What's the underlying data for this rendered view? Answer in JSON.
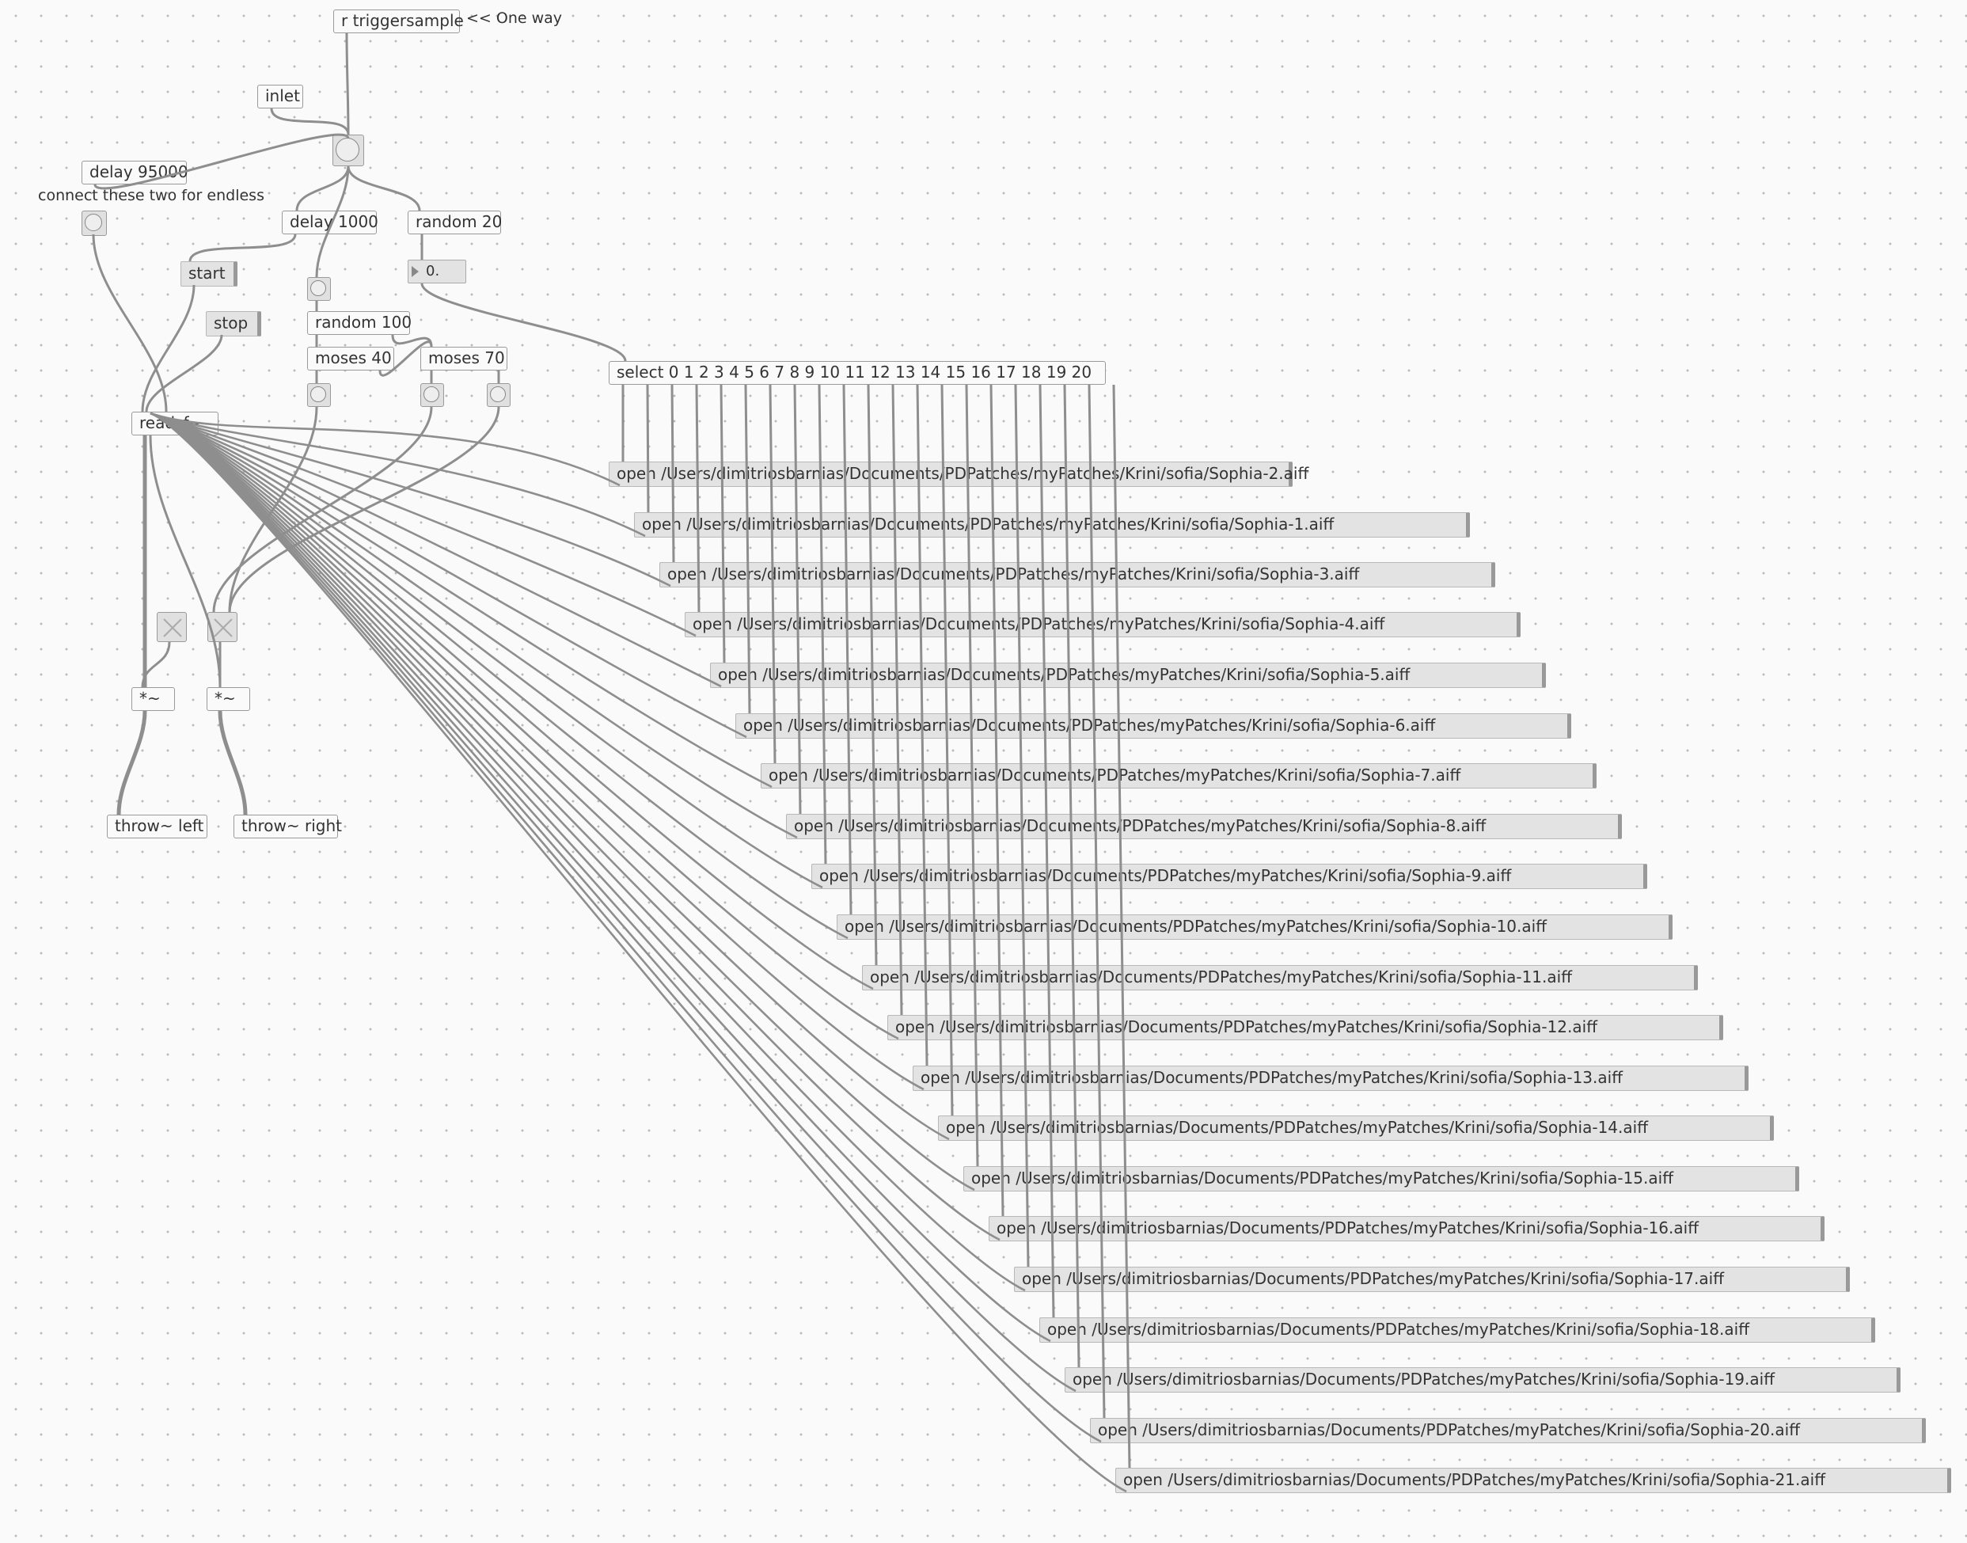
{
  "objects": {
    "r_trigger": "r triggersample",
    "inlet": "inlet",
    "delay_long": "delay 95000",
    "delay_short": "delay 1000",
    "random20": "random 20",
    "random100": "random 100",
    "moses40": "moses 40",
    "moses70": "moses 70",
    "select": "select 0 1 2 3 4 5 6 7 8 9 10 11 12 13 14 15 16 17 18 19 20",
    "readsf": "readsf~",
    "mult_left": "*~",
    "mult_right": "*~",
    "throw_left": "throw~ left",
    "throw_right": "throw~ right"
  },
  "comments": {
    "one_way": "<< One way",
    "endless": "connect these two for endless"
  },
  "messages": {
    "start": "start",
    "stop": "stop"
  },
  "numbox": {
    "value": "0."
  },
  "open_messages": [
    "open /Users/dimitriosbarnias/Documents/PDPatches/myPatches/Krini/sofia/Sophia-2.aiff",
    "open /Users/dimitriosbarnias/Documents/PDPatches/myPatches/Krini/sofia/Sophia-1.aiff",
    "open /Users/dimitriosbarnias/Documents/PDPatches/myPatches/Krini/sofia/Sophia-3.aiff",
    "open /Users/dimitriosbarnias/Documents/PDPatches/myPatches/Krini/sofia/Sophia-4.aiff",
    "open /Users/dimitriosbarnias/Documents/PDPatches/myPatches/Krini/sofia/Sophia-5.aiff",
    "open /Users/dimitriosbarnias/Documents/PDPatches/myPatches/Krini/sofia/Sophia-6.aiff",
    "open /Users/dimitriosbarnias/Documents/PDPatches/myPatches/Krini/sofia/Sophia-7.aiff",
    "open /Users/dimitriosbarnias/Documents/PDPatches/myPatches/Krini/sofia/Sophia-8.aiff",
    "open /Users/dimitriosbarnias/Documents/PDPatches/myPatches/Krini/sofia/Sophia-9.aiff",
    "open /Users/dimitriosbarnias/Documents/PDPatches/myPatches/Krini/sofia/Sophia-10.aiff",
    "open /Users/dimitriosbarnias/Documents/PDPatches/myPatches/Krini/sofia/Sophia-11.aiff",
    "open /Users/dimitriosbarnias/Documents/PDPatches/myPatches/Krini/sofia/Sophia-12.aiff",
    "open /Users/dimitriosbarnias/Documents/PDPatches/myPatches/Krini/sofia/Sophia-13.aiff",
    "open /Users/dimitriosbarnias/Documents/PDPatches/myPatches/Krini/sofia/Sophia-14.aiff",
    "open /Users/dimitriosbarnias/Documents/PDPatches/myPatches/Krini/sofia/Sophia-15.aiff",
    "open /Users/dimitriosbarnias/Documents/PDPatches/myPatches/Krini/sofia/Sophia-16.aiff",
    "open /Users/dimitriosbarnias/Documents/PDPatches/myPatches/Krini/sofia/Sophia-17.aiff",
    "open /Users/dimitriosbarnias/Documents/PDPatches/myPatches/Krini/sofia/Sophia-18.aiff",
    "open /Users/dimitriosbarnias/Documents/PDPatches/myPatches/Krini/sofia/Sophia-19.aiff",
    "open /Users/dimitriosbarnias/Documents/PDPatches/myPatches/Krini/sofia/Sophia-20.aiff",
    "open /Users/dimitriosbarnias/Documents/PDPatches/myPatches/Krini/sofia/Sophia-21.aiff"
  ],
  "icons": {
    "bang": "bang-icon",
    "toggle": "toggle-x-icon",
    "numbox_arrow": "triangle-right-icon"
  },
  "colors": {
    "canvas": "#fafafa",
    "cord": "#8e8e8e",
    "message_fill": "#e3e3e3",
    "border": "#9a9a9a"
  }
}
